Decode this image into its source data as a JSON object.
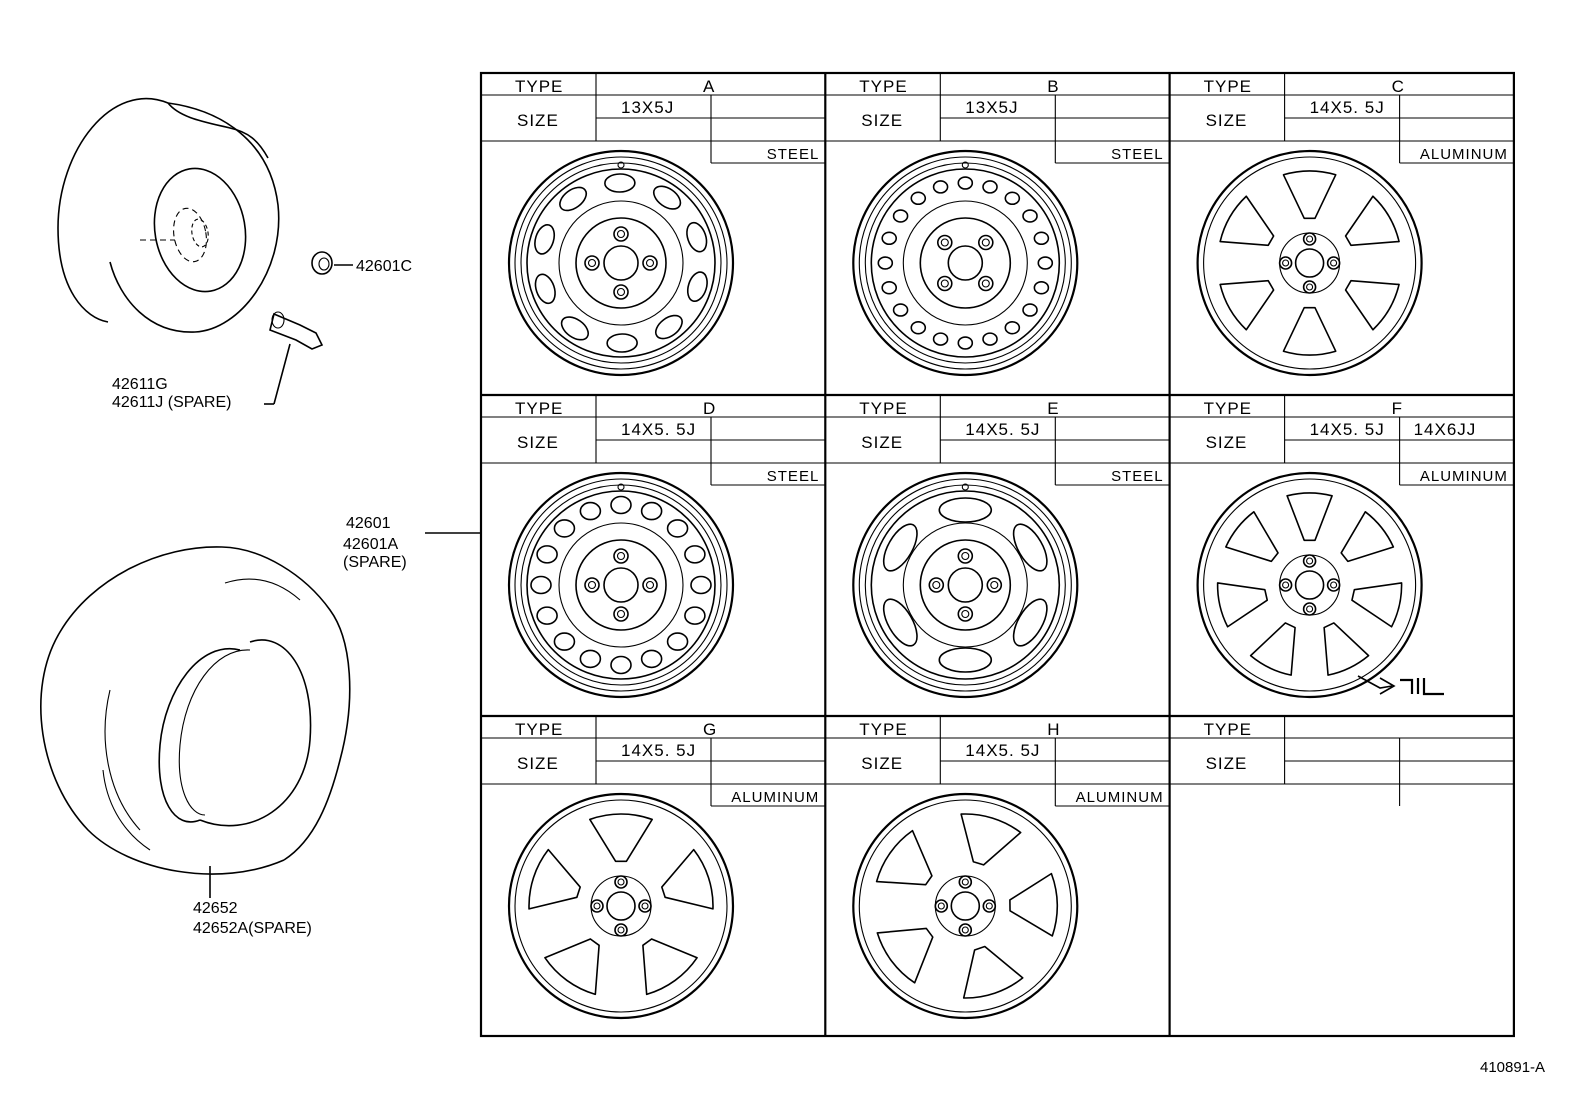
{
  "labels": {
    "nut": "42601C",
    "valve_1": "42611G",
    "valve_2": "42611J (SPARE)",
    "wheel_1": "42601",
    "wheel_2": "42601A",
    "wheel_3": "(SPARE)",
    "tire_1": "42652",
    "tire_2": "42652A(SPARE)",
    "reference": "410891-A"
  },
  "table": {
    "type_label": "TYPE",
    "size_label": "SIZE",
    "wheels": [
      {
        "type": "A",
        "size": "13X5J",
        "size2": "",
        "material": "STEEL",
        "style": "steel-slots"
      },
      {
        "type": "B",
        "size": "13X5J",
        "size2": "",
        "material": "STEEL",
        "style": "steel-holes"
      },
      {
        "type": "C",
        "size": "14X5. 5J",
        "size2": "",
        "material": "ALUMINUM",
        "style": "alloy-6"
      },
      {
        "type": "D",
        "size": "14X5. 5J",
        "size2": "",
        "material": "STEEL",
        "style": "steel-holes2"
      },
      {
        "type": "E",
        "size": "14X5. 5J",
        "size2": "",
        "material": "STEEL",
        "style": "steel-6"
      },
      {
        "type": "F",
        "size": "14X5. 5J",
        "size2": "14X6JJ",
        "material": "ALUMINUM",
        "style": "alloy-7"
      },
      {
        "type": "G",
        "size": "14X5. 5J",
        "size2": "",
        "material": "ALUMINUM",
        "style": "alloy-5"
      },
      {
        "type": "H",
        "size": "14X5. 5J",
        "size2": "",
        "material": "ALUMINUM",
        "style": "alloy-turbine"
      },
      {
        "type": "",
        "size": "",
        "size2": "",
        "material": "",
        "style": "blank"
      }
    ]
  }
}
